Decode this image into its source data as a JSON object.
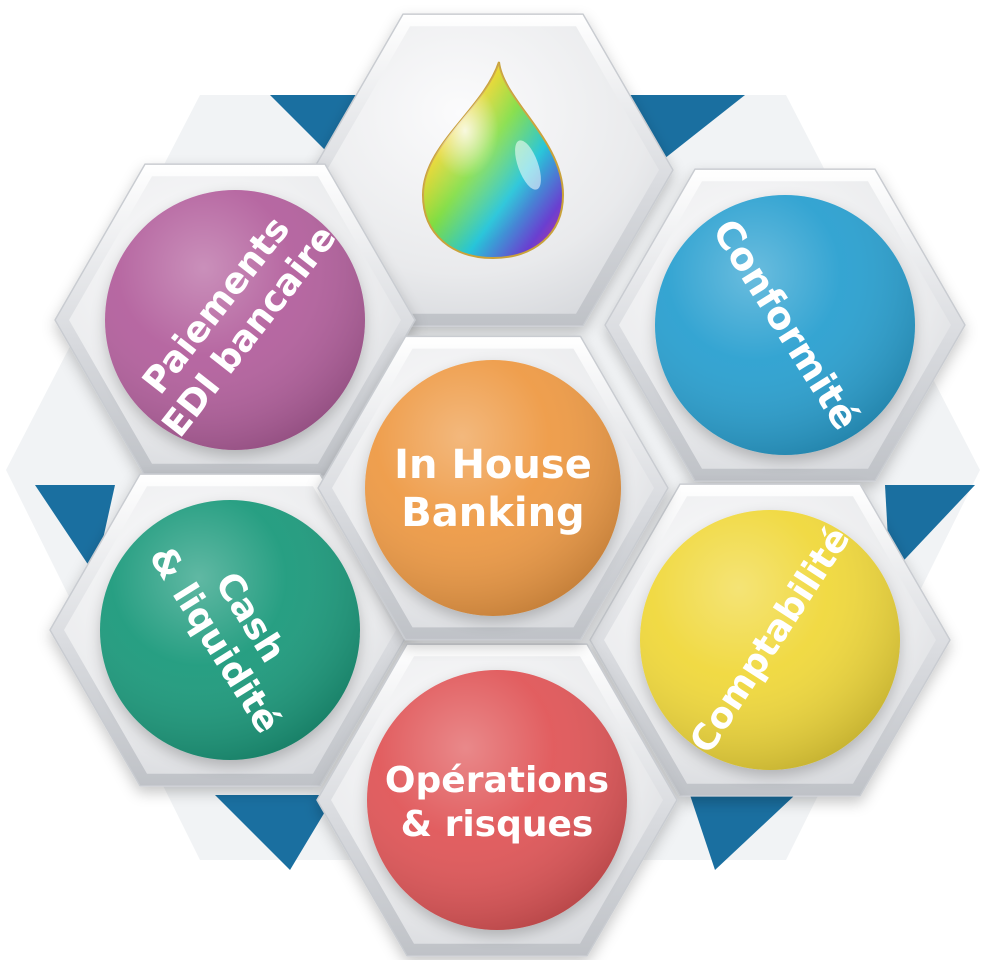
{
  "colors": {
    "triangle_blue": "#1a6fa0",
    "triangle_light": "#f2f4f6",
    "hex_face": "#eeeff1",
    "hex_edge": "#c9ccd1",
    "label_text": "#ffffff"
  },
  "center": {
    "label_line1": "In House",
    "label_line2": "Banking",
    "color": "#ee9a45"
  },
  "top": {
    "icon": "rainbow-drop-logo"
  },
  "segments": {
    "paiements": {
      "line1": "Paiements",
      "line2": "EDI bancaire",
      "color": "#b3619d"
    },
    "conformite": {
      "line1": "Conformité",
      "color": "#29a0d0"
    },
    "comptabilite": {
      "line1": "Comptabilité",
      "color": "#f0d83a"
    },
    "operations": {
      "line1": "Opérations",
      "line2": "& risques",
      "color": "#e05658"
    },
    "cash": {
      "line1": "Cash",
      "line2": "& liquidité",
      "color": "#1f9a7c"
    }
  }
}
